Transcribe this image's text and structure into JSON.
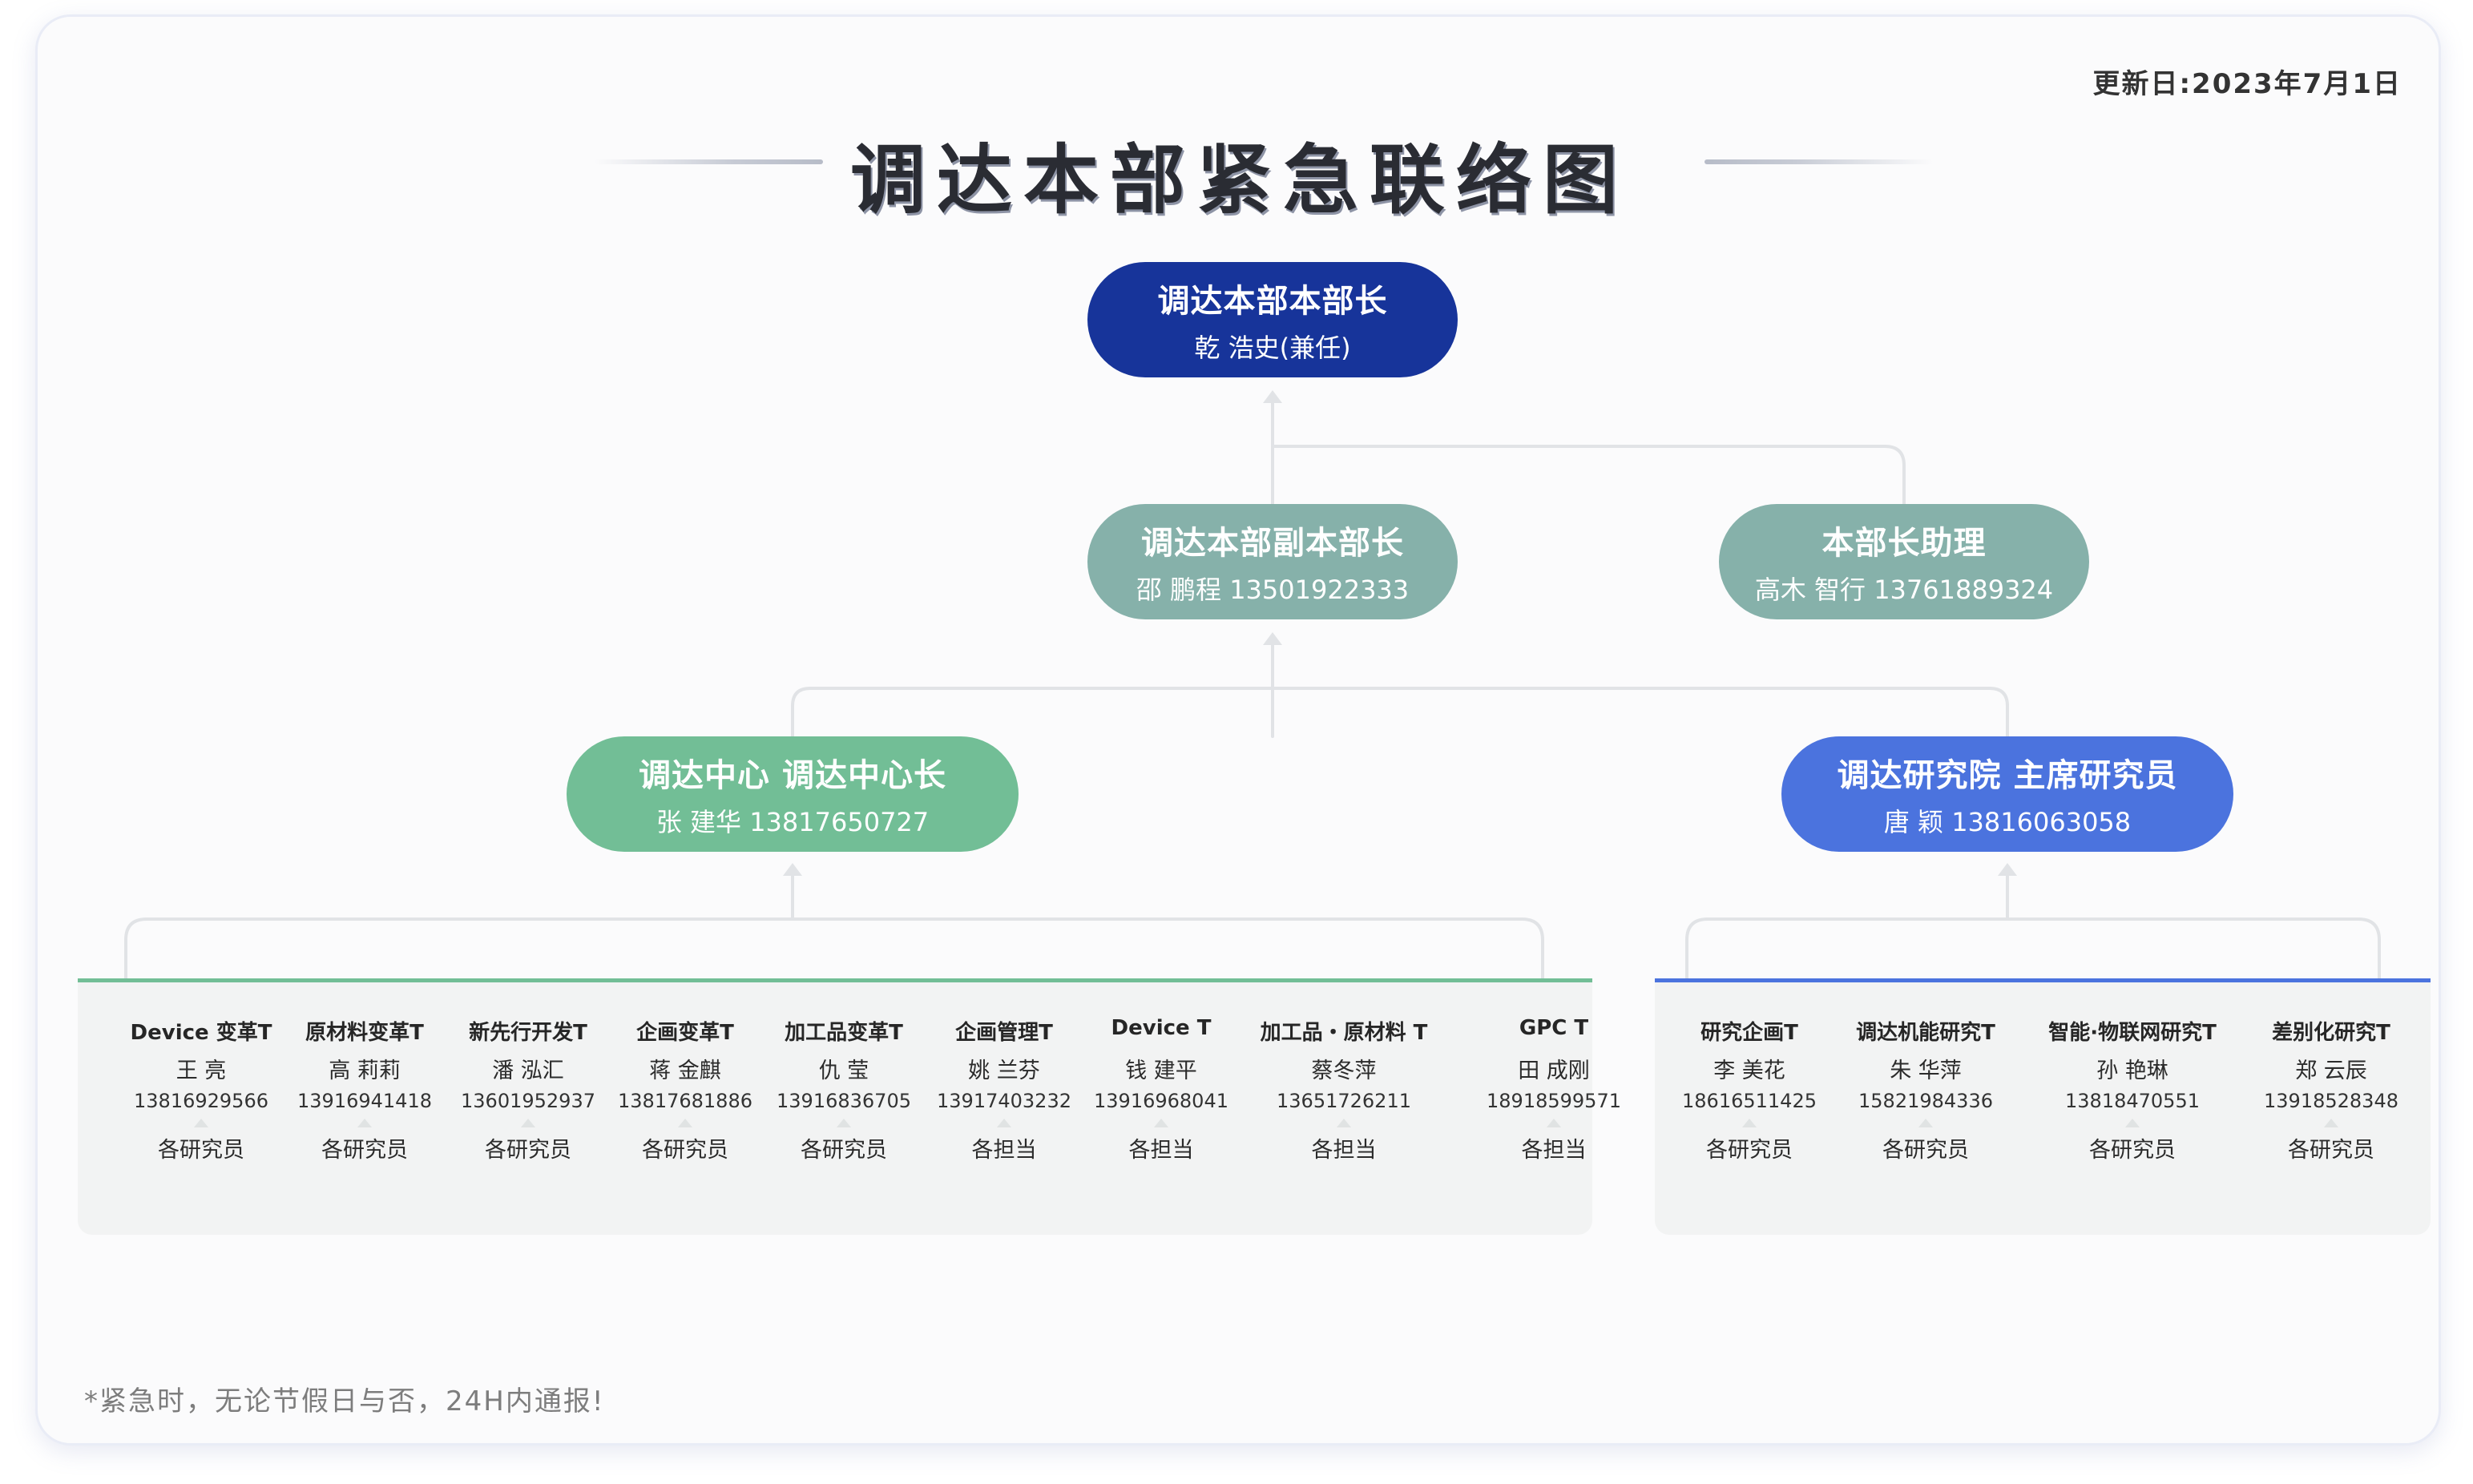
{
  "update_date": "更新日:2023年7月1日",
  "title": "调达本部紧急联络图",
  "director": {
    "title": "调达本部本部长",
    "name": "乾 浩史(兼任)"
  },
  "deputy": {
    "title": "调达本部副本部长",
    "name": "邵 鹏程 13501922333"
  },
  "assistant": {
    "title": "本部长助理",
    "name": "高木 智行 13761889324"
  },
  "center": {
    "title": "调达中心 调达中心长",
    "name": "张 建华 13817650727"
  },
  "research": {
    "title": "调达研究院 主席研究员",
    "name": "唐 颖 13816063058"
  },
  "center_teams": [
    {
      "name": "Device 变革T",
      "leader": "王 亮",
      "phone": "13816929566",
      "role": "各研究员"
    },
    {
      "name": "原材料变革T",
      "leader": "高 莉莉",
      "phone": "13916941418",
      "role": "各研究员"
    },
    {
      "name": "新先行开发T",
      "leader": "潘 泓汇",
      "phone": "13601952937",
      "role": "各研究员"
    },
    {
      "name": "企画变革T",
      "leader": "蒋 金麒",
      "phone": "13817681886",
      "role": "各研究员"
    },
    {
      "name": "加工品变革T",
      "leader": "仇 莹",
      "phone": "13916836705",
      "role": "各研究员"
    },
    {
      "name": "企画管理T",
      "leader": "姚 兰芬",
      "phone": "13917403232",
      "role": "各担当"
    },
    {
      "name": "Device T",
      "leader": "钱 建平",
      "phone": "13916968041",
      "role": "各担当"
    },
    {
      "name": "加工品・原材料 T",
      "leader": "蔡冬萍",
      "phone": "13651726211",
      "role": "各担当"
    },
    {
      "name": "GPC T",
      "leader": "田 成刚",
      "phone": "18918599571",
      "role": "各担当"
    }
  ],
  "research_teams": [
    {
      "name": "研究企画T",
      "leader": "李 美花",
      "phone": "18616511425",
      "role": "各研究员"
    },
    {
      "name": "调达机能研究T",
      "leader": "朱 华萍",
      "phone": "15821984336",
      "role": "各研究员"
    },
    {
      "name": "智能·物联网研究T",
      "leader": "孙 艳琳",
      "phone": "13818470551",
      "role": "各研究员"
    },
    {
      "name": "差别化研究T",
      "leader": "郑 云辰",
      "phone": "13918528348",
      "role": "各研究员"
    }
  ],
  "footnote": "*紧急时，无论节假日与否，24H内通报!",
  "colors": {
    "director": "#17349a",
    "deputy": "#86b1aa",
    "center": "#72be96",
    "research": "#4b73de",
    "connector": "#e1e3e6"
  }
}
